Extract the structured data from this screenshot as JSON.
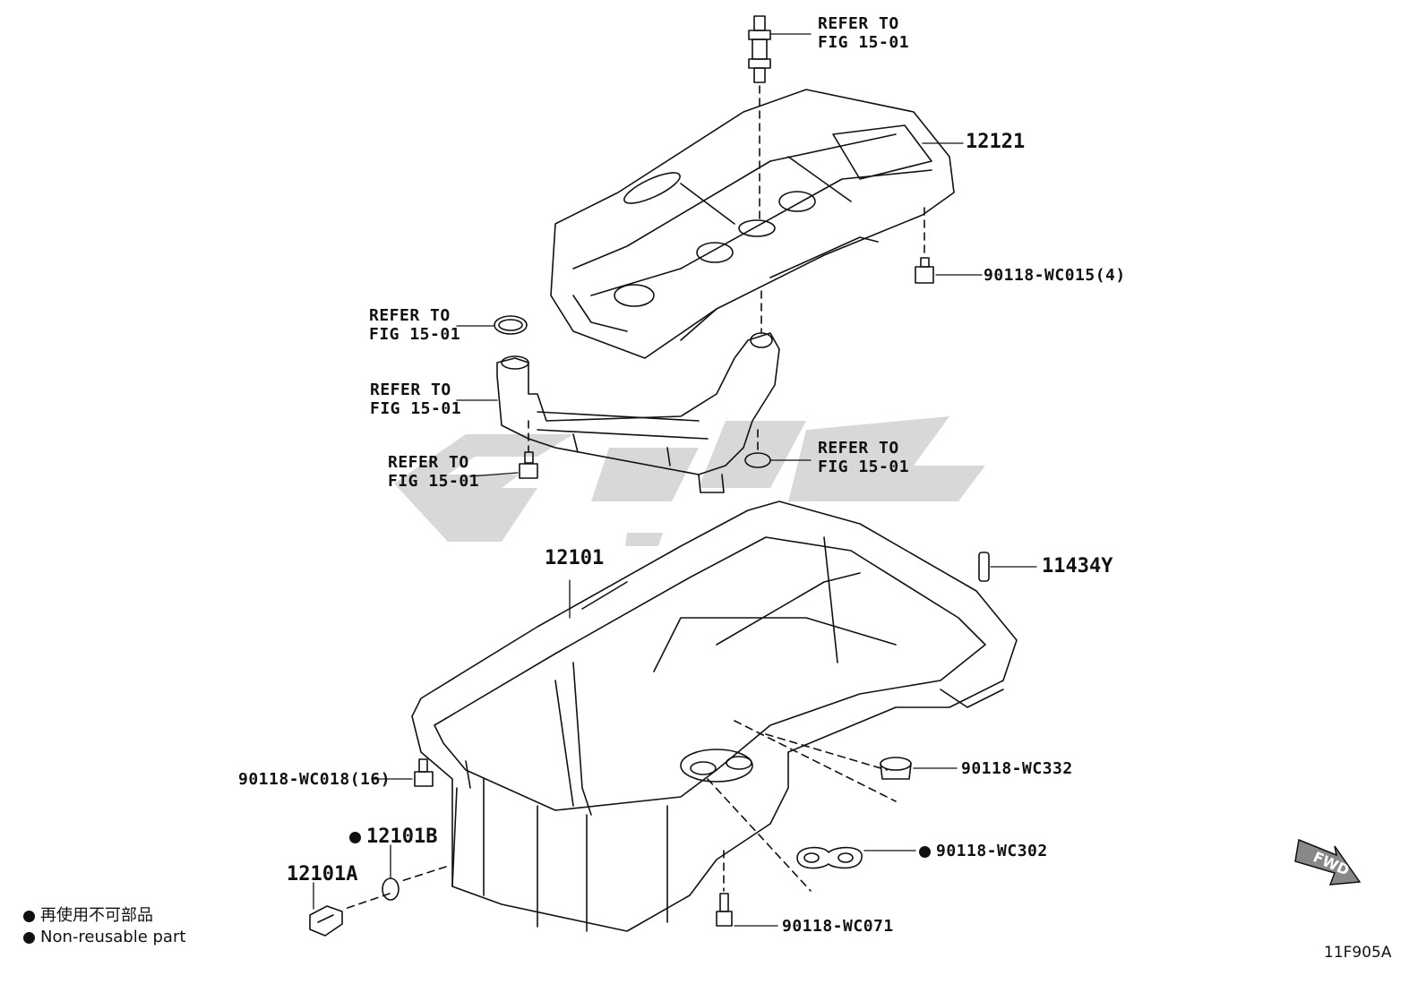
{
  "callouts": {
    "bolt_top_ref": "REFER TO\nFIG 15-01",
    "oring_ref": "REFER TO\nFIG 15-01",
    "strainer_ref": "REFER TO\nFIG 15-01",
    "bolt_left_ref": "REFER TO\nFIG 15-01",
    "gasket_ref": "REFER TO\nFIG 15-01",
    "baffle_plate": "12121",
    "baffle_bolt": "90118-WC015(4)",
    "oil_pan": "12101",
    "pin": "11434Y",
    "pan_bolt": "90118-WC018(16)",
    "plug_gasket": "12101B",
    "drain_plug": "12101A",
    "plug_cap": "90118-WC332",
    "seal_ring": "90118-WC302",
    "lower_bolt": "90118-WC071"
  },
  "legend": {
    "line_jp": "再使用不可部品",
    "line_en": "Non-reusable part"
  },
  "fwd_label": "FWD",
  "figure_id": "11F905A",
  "colors": {
    "line": "#111111",
    "watermark": "#d0d0d0"
  }
}
